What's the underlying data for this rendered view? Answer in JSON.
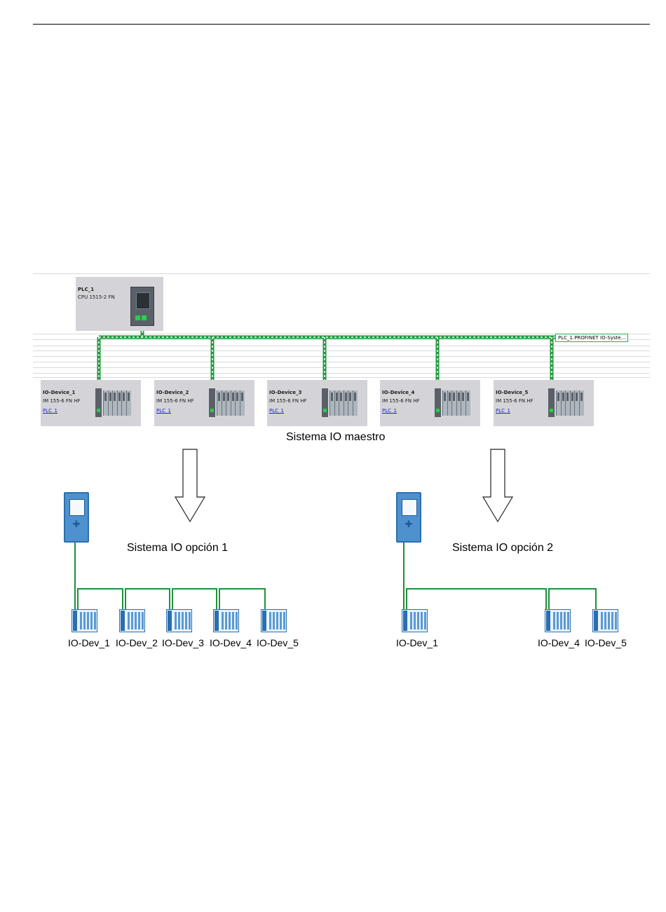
{
  "plc": {
    "name": "PLC_1",
    "type": "CPU 1515-2 FN"
  },
  "network_label": "PLC_1.PROFINET IO-Syste...",
  "io_devices": [
    {
      "name": "IO-Device_1",
      "type": "IM 155-6 FN HF",
      "link": "PLC_1"
    },
    {
      "name": "IO-Device_2",
      "type": "IM 155-6 FN HF",
      "link": "PLC_1"
    },
    {
      "name": "IO-Device_3",
      "type": "IM 155-6 FN HF",
      "link": "PLC_1"
    },
    {
      "name": "IO-Device_4",
      "type": "IM 155-6 FN HF",
      "link": "PLC_1"
    },
    {
      "name": "IO-Device_5",
      "type": "IM 155-6 FN HF",
      "link": "PLC_1"
    }
  ],
  "caption_master": "Sistema IO maestro",
  "option1": {
    "caption": "Sistema IO opción 1",
    "devices": [
      "IO-Dev_1",
      "IO-Dev_2",
      "IO-Dev_3",
      "IO-Dev_4",
      "IO-Dev_5"
    ]
  },
  "option2": {
    "caption": "Sistema IO opción 2",
    "devices": [
      "IO-Dev_1",
      "IO-Dev_4",
      "IO-Dev_5"
    ]
  },
  "colors": {
    "profinet": "#24d14a",
    "line": "#1f8f3a",
    "device_blue": "#2a6fb0"
  }
}
